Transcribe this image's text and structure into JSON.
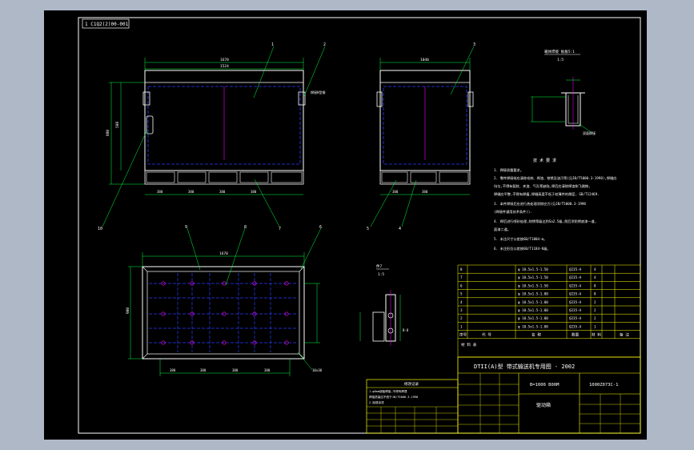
{
  "drawing_code": "1 C1Q2(2)00-001",
  "section_labels": {
    "top_right": "箱体焊接 板板5:1",
    "top_right_scale": "1:5",
    "small_part": "件7",
    "small_part_scale": "1:5"
  },
  "part_balloons": [
    "1",
    "2",
    "3",
    "4",
    "5",
    "6",
    "7",
    "8",
    "9",
    "10"
  ],
  "dimensions": {
    "front_overall": "1670",
    "front_inner": "1524",
    "front_height": "880",
    "front_height_inner": "588",
    "front_bottom": [
      "380",
      "380",
      "380",
      "380"
    ],
    "side_overall": "1040",
    "side_bottom": [
      "380",
      "380"
    ],
    "plan_overall": "1670",
    "plan_depth": "900",
    "plan_bottom": [
      "380",
      "380",
      "380",
      "380"
    ],
    "plan_note": "10x30",
    "small_note": "B-8",
    "weld_note_1": "焊接H型钢",
    "weld_note_2": "双面焊接"
  },
  "notes_title": "技 术 要 求",
  "notes": [
    "1. 焊接质量要求。",
    "2. 零件焊接前应清除毛刺、焊渣、铁锈及油污等(见JB/T5000.3-1998),焊缝应",
    "   均匀,不得有裂纹、夹渣、气孔等缺陷,焊后应清除焊渣和飞溅物,",
    "   焊缝应平整,不得有焊瘤,焊缝高度不低于较薄件的厚度, GB/T12469.",
    "3. 本件焊接后应进行热处理消除应力(见JB/T5000.3-1998",
    "   (焊接件通用技术条件)).",
    "4. 焊后进行喷砂处理,除锈等级达到Sa2.5级,然后涂防锈底漆一道,",
    "   面漆二道。",
    "5. 未注尺寸公差按GB/T1804-m。",
    "6. 未注形位公差按GB/T1184-K级。"
  ],
  "bom_rows": [
    [
      "8",
      "",
      "φ 10.5x1.5-1.50",
      "",
      "Q235-A",
      "4"
    ],
    [
      "7",
      "",
      "φ 10.5x1.5-1.50",
      "",
      "Q235-A",
      "4"
    ],
    [
      "6",
      "",
      "φ 10.5x1.5-1.50",
      "",
      "Q235-A",
      "8"
    ],
    [
      "5",
      "",
      "φ 10.5x1.5-1.00",
      "",
      "Q235-A",
      "8"
    ],
    [
      "4",
      "",
      "φ 10.5x1.5-1.00",
      "",
      "Q235-A",
      "2"
    ],
    [
      "3",
      "",
      "φ 10.5x1.5-1.00",
      "",
      "Q235-A",
      "2"
    ],
    [
      "2",
      "",
      "φ 10.5x1.5-1.00",
      "",
      "Q235-A",
      "2"
    ],
    [
      "1",
      "",
      "φ 10.5x1.5-1.00",
      "",
      "Q235-A",
      "1"
    ]
  ],
  "bom_header": [
    "序号",
    "代 号",
    "名 称",
    "数量",
    "材 料",
    "备 注"
  ],
  "material_label": "材 料 表",
  "title_top": "DTII(A)型 带式输送机专用图 - 2002",
  "spec": "B=1000 B00M",
  "drawing_no": "1000Z073C-1",
  "part_name": "驱动箱",
  "change_table_title": "修改记录",
  "change_notes": [
    "1.φ5mm钢板焊接,不得有焊透",
    "焊接质量应不低于JB/T5000.3-1998",
    "2.除锈涂漆"
  ],
  "colors": {
    "frame": "#ffffff",
    "geometry": "#ffffff",
    "hidden": "#2b3cff",
    "dimension": "#00ff40",
    "centerline": "#ff00ff",
    "border": "#ffff00",
    "text": "#ffffff"
  }
}
